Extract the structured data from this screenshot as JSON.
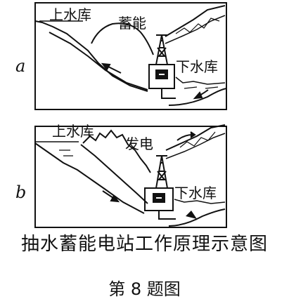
{
  "panels": [
    {
      "letter": "a",
      "upper_label": "上水库",
      "action_label": "蓄能",
      "lower_label": "下水库"
    },
    {
      "letter": "b",
      "upper_label": "上水库",
      "action_label": "发电",
      "lower_label": "下水库"
    }
  ],
  "caption": "抽水蓄能电站工作原理示意图",
  "figure_label": "第 8 题图",
  "colors": {
    "ink": "#111111",
    "background": "#ffffff"
  }
}
